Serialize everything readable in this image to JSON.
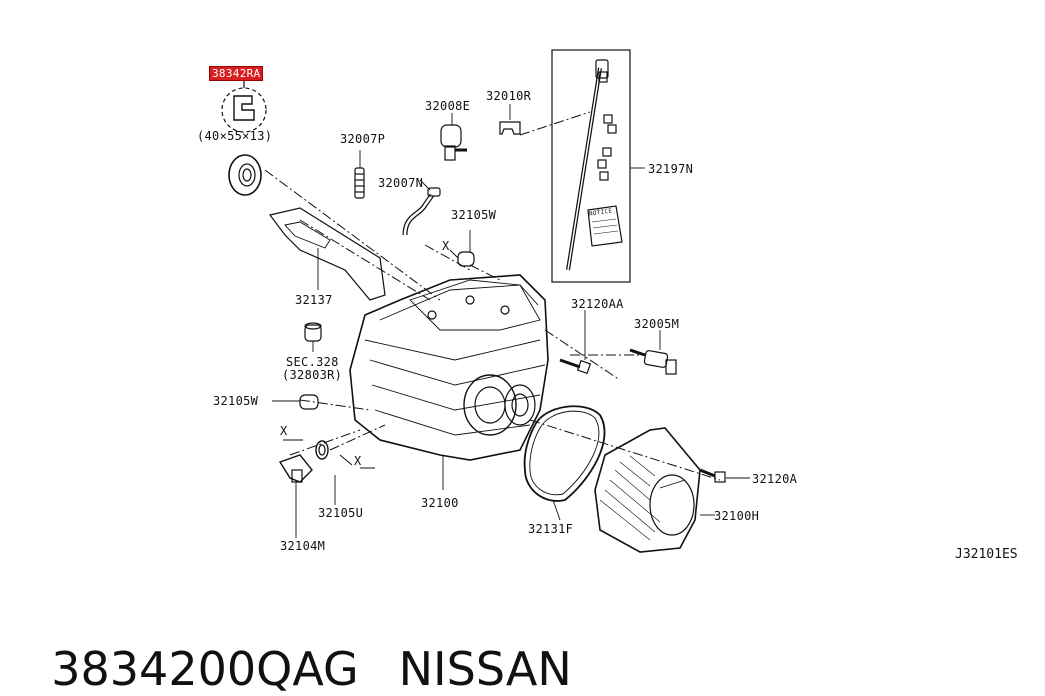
{
  "callouts": {
    "highlighted_part": "38342RA",
    "seal_size": "(40×55×13)",
    "p32008E": "32008E",
    "p32010R": "32010R",
    "p32007P": "32007P",
    "p32007N": "32007N",
    "p32105W_top": "32105W",
    "p32197N": "32197N",
    "p32137": "32137",
    "p32120AA": "32120AA",
    "p32005M": "32005M",
    "sec328": "SEC.328",
    "sec328_ref": "(32803R)",
    "p32105W_side": "32105W",
    "x_top": "X",
    "x_left": "X",
    "x_right": "X",
    "p32120A": "32120A",
    "p32100H": "32100H",
    "p32131F": "32131F",
    "p32100": "32100",
    "p32105U": "32105U",
    "p32104M": "32104M",
    "notice": "NOTICE"
  },
  "reference_code": "J32101ES",
  "caption": {
    "part_number": "3834200QAG",
    "brand": "NISSAN"
  },
  "colors": {
    "line": "#111111",
    "highlight": "#d81e1e"
  }
}
